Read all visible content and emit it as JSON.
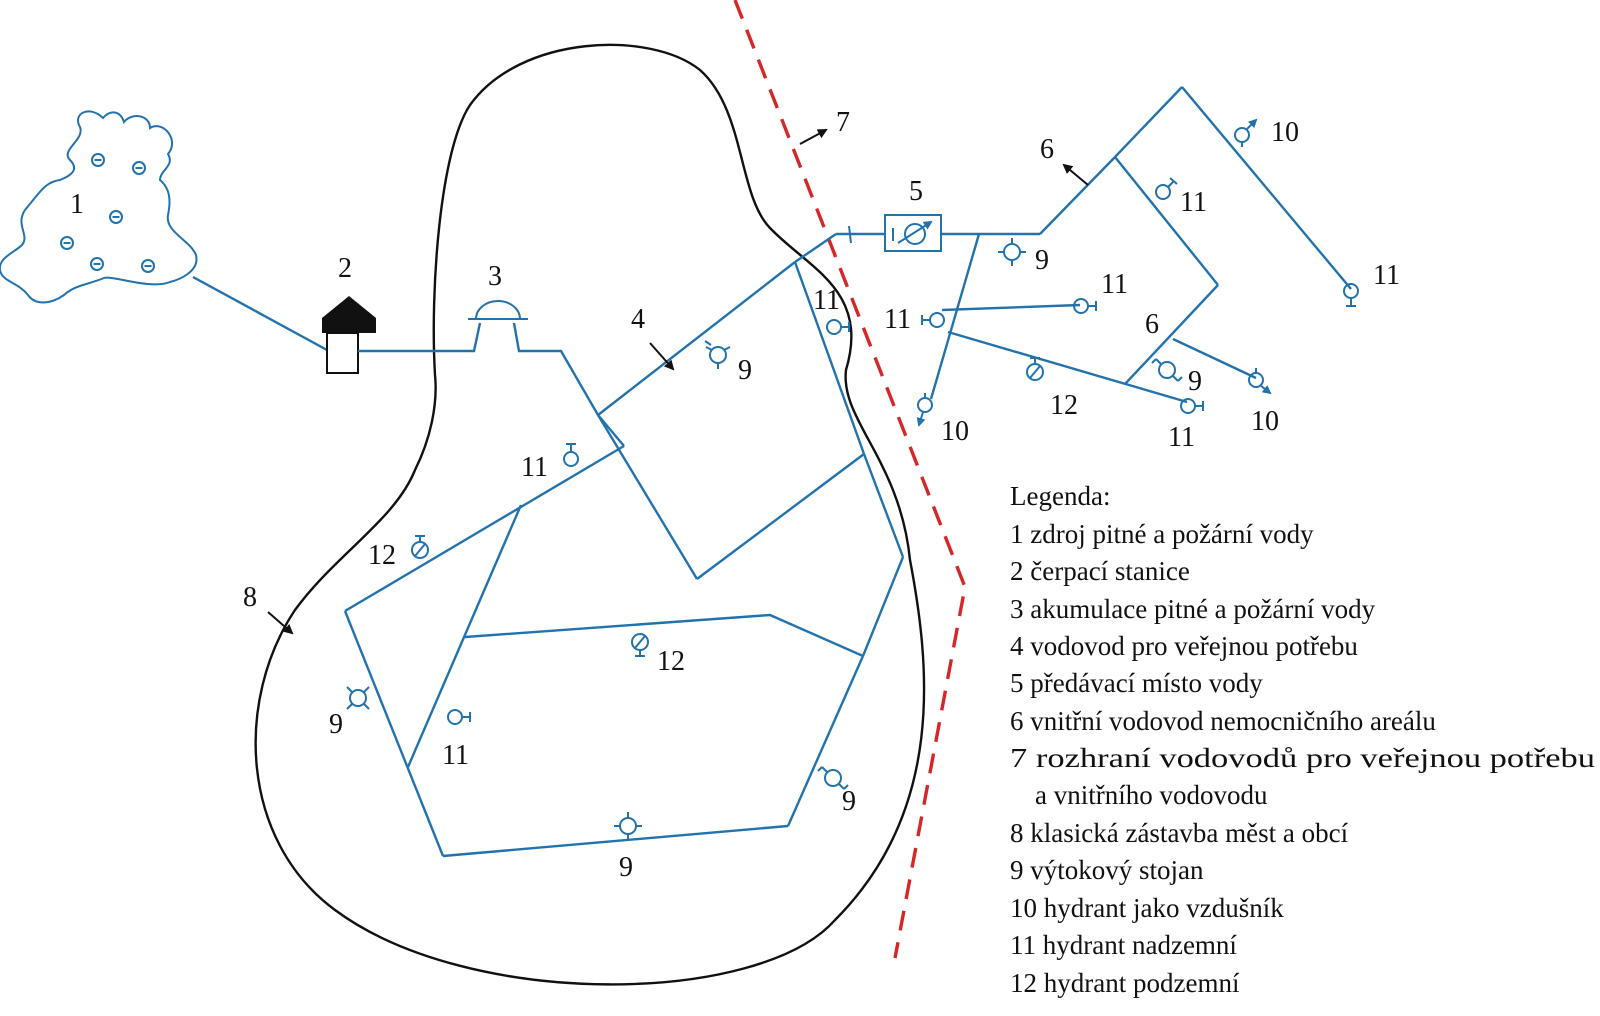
{
  "legend": {
    "title": "Legenda:",
    "items": [
      "1 zdroj pitné a požární vody",
      "2 čerpací stanice",
      "3 akumulace pitné a požární vody",
      "4 vodovod pro veřejnou potřebu",
      "5 předávací místo vody",
      "6 vnitřní vodovod nemocničního areálu",
      "7 rozhraní vodovodů pro veřejnou potřebu",
      "a vnitřního vodovodu",
      "8 klasická zástavba měst a obcí",
      "9 výtokový stojan",
      "10 hydrant jako vzdušník",
      "11 hydrant nadzemní",
      "12 hydrant podzemní"
    ]
  },
  "labels": {
    "n1": "1",
    "n2": "2",
    "n3": "3",
    "n4": "4",
    "n5": "5",
    "n6": "6",
    "n7": "7",
    "n8": "8",
    "n9": "9",
    "n10": "10",
    "n11": "11",
    "n12": "12"
  },
  "colors": {
    "pipe": "#2272ad",
    "boundary": "#d62728",
    "outline": "#111111"
  },
  "icons": {
    "source": "pond-icon",
    "pump": "pump-station-icon",
    "reservoir": "reservoir-icon",
    "meter": "water-meter-icon",
    "standpipe": "standpipe-icon",
    "hydrant_air": "air-valve-hydrant-icon",
    "hydrant_above": "above-ground-hydrant-icon",
    "hydrant_below": "underground-hydrant-icon"
  }
}
